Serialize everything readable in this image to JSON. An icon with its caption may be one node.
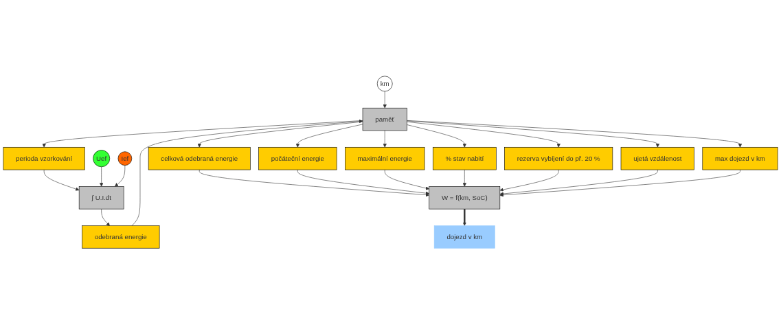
{
  "diagram": {
    "nodes": [
      {
        "text": [
          "km"
        ]
      },
      {
        "text": [
          "paměť"
        ]
      },
      {
        "text": [
          "perioda vzorkování"
        ]
      },
      {
        "text": [
          "odebraná energie"
        ]
      },
      {
        "text": [
          "celková odebraná energie"
        ]
      },
      {
        "text": [
          "počáteční energie"
        ]
      },
      {
        "text": [
          "maximální energie"
        ]
      },
      {
        "text": [
          "% stav nabití"
        ]
      },
      {
        "text": [
          "rezerva vybíjení do př. 20 %"
        ]
      },
      {
        "text": [
          "ujetá vzdálenost"
        ]
      },
      {
        "text": [
          "max dojezd v km"
        ]
      },
      {
        "text": [
          "Uef"
        ]
      },
      {
        "text": [
          "Ief"
        ]
      },
      {
        "text": [
          "∫ U.I.dt"
        ]
      },
      {
        "text": [
          "W = f(km, SoC)"
        ]
      },
      {
        "text": [
          "dojezd v km"
        ]
      }
    ],
    "edges": [
      {
        "from": 0,
        "to": 1,
        "arrow": "to"
      },
      {
        "from": 3,
        "to": 1,
        "arrow": "to"
      },
      {
        "from": 1,
        "to": 2,
        "arrow": "to"
      },
      {
        "from": 1,
        "to": 4,
        "arrow": "to"
      },
      {
        "from": 1,
        "to": 5,
        "arrow": "to"
      },
      {
        "from": 1,
        "to": 6,
        "arrow": "to"
      },
      {
        "from": 1,
        "to": 7,
        "arrow": "to"
      },
      {
        "from": 1,
        "to": 8,
        "arrow": "to"
      },
      {
        "from": 1,
        "to": 9,
        "arrow": "to"
      },
      {
        "from": 1,
        "to": 10,
        "arrow": "to"
      },
      {
        "from": 2,
        "to": 13,
        "arrow": "to"
      },
      {
        "from": 13,
        "to": 3,
        "arrow": "to"
      },
      {
        "from": 11,
        "to": 13,
        "arrow": "to"
      },
      {
        "from": 12,
        "to": 13,
        "arrow": "to"
      },
      {
        "from": 4,
        "to": 14,
        "arrow": "to"
      },
      {
        "from": 5,
        "to": 14,
        "arrow": "to"
      },
      {
        "from": 6,
        "to": 14,
        "arrow": "to"
      },
      {
        "from": 7,
        "to": 14,
        "arrow": "to"
      },
      {
        "from": 8,
        "to": 14,
        "arrow": "to"
      },
      {
        "from": 9,
        "to": 14,
        "arrow": "to"
      },
      {
        "from": 10,
        "to": 14,
        "arrow": "to"
      },
      {
        "from": 14,
        "to": 15,
        "arrow": "to",
        "style": "thick"
      }
    ]
  }
}
